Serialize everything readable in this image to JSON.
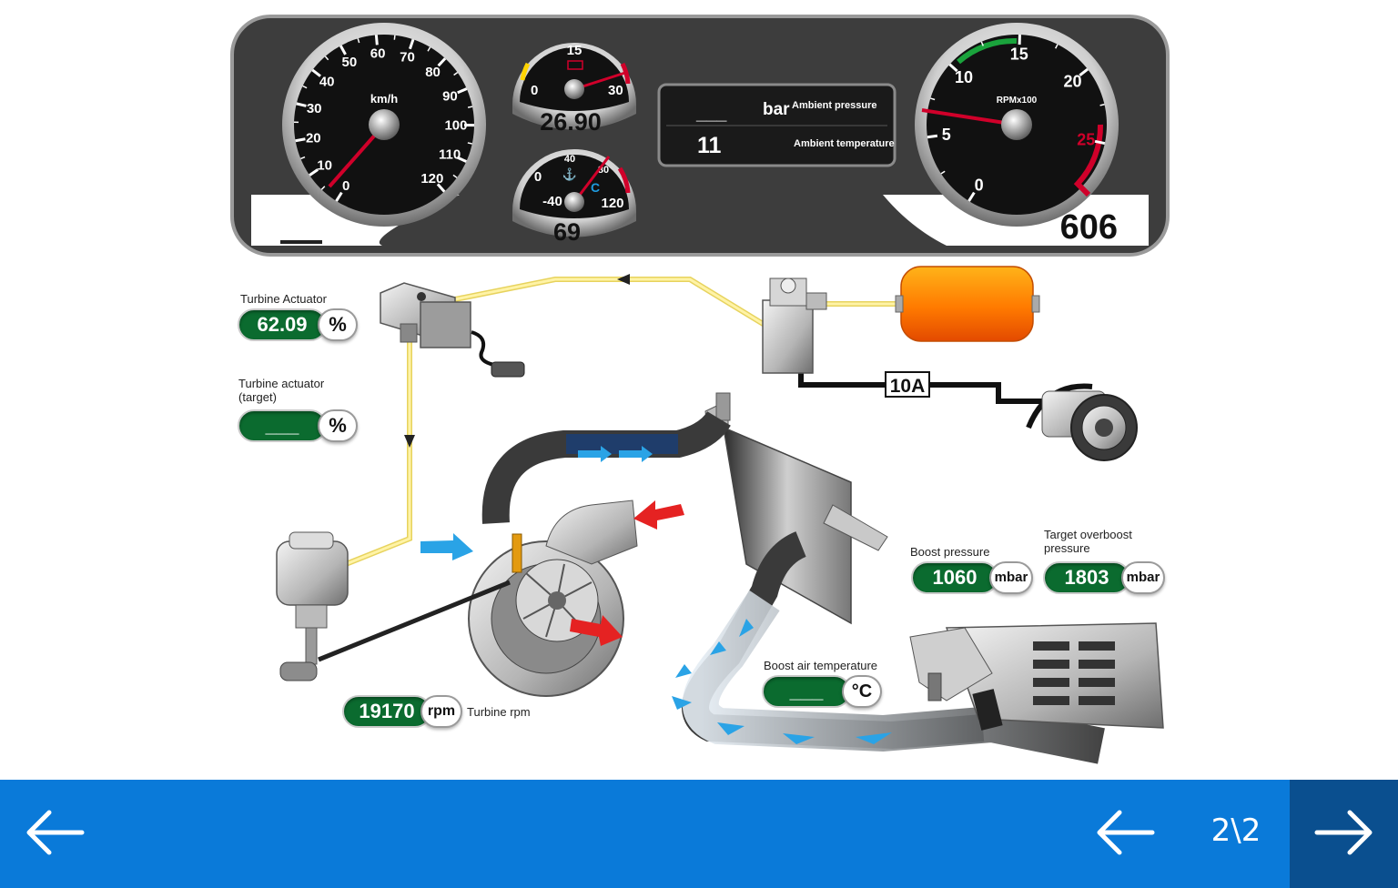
{
  "dashboard": {
    "speedo": {
      "unit": "km/h",
      "ticks": [
        "0",
        "10",
        "20",
        "30",
        "40",
        "50",
        "60",
        "70",
        "80",
        "90",
        "100",
        "110",
        "120"
      ],
      "display": "___"
    },
    "fuel": {
      "ticks": [
        "0",
        "15",
        "30"
      ],
      "value": "26.90"
    },
    "coolant": {
      "ticks": [
        "-40",
        "0",
        "40",
        "80",
        "120"
      ],
      "unit": "C",
      "value": "69"
    },
    "info": {
      "pressure_value": "___",
      "pressure_unit": "bar",
      "pressure_label": "Ambient pressure",
      "temperature_value": "11",
      "temperature_label": "Ambient temperature"
    },
    "tacho": {
      "unit": "RPMx100",
      "ticks": [
        "0",
        "5",
        "10",
        "15",
        "20",
        "25"
      ],
      "value": "606"
    }
  },
  "readouts": {
    "turbine_actuator": {
      "label": "Turbine Actuator",
      "value": "62.09",
      "unit": "%"
    },
    "turbine_actuator_target": {
      "label_line1": "Turbine actuator",
      "label_line2": "(target)",
      "value": "___",
      "unit": "%"
    },
    "turbine_rpm": {
      "label": "Turbine rpm",
      "value": "19170",
      "unit": "rpm"
    },
    "boost_pressure": {
      "label": "Boost pressure",
      "value": "1060",
      "unit": "mbar"
    },
    "target_overboost": {
      "label_line1": "Target overboost",
      "label_line2": "pressure",
      "value": "1803",
      "unit": "mbar"
    },
    "boost_air_temperature": {
      "label": "Boost air temperature",
      "value": "___",
      "unit": "°C"
    }
  },
  "diagram": {
    "fuse_label": "10A"
  },
  "nav": {
    "page_indicator": "2\\2"
  },
  "colors": {
    "bar": "#0a7ad9",
    "next_bg": "#0a4f8f",
    "readout_green": "#0b6b2f",
    "tank": "#f07a10",
    "wire_yellow": "#f1e27a"
  }
}
